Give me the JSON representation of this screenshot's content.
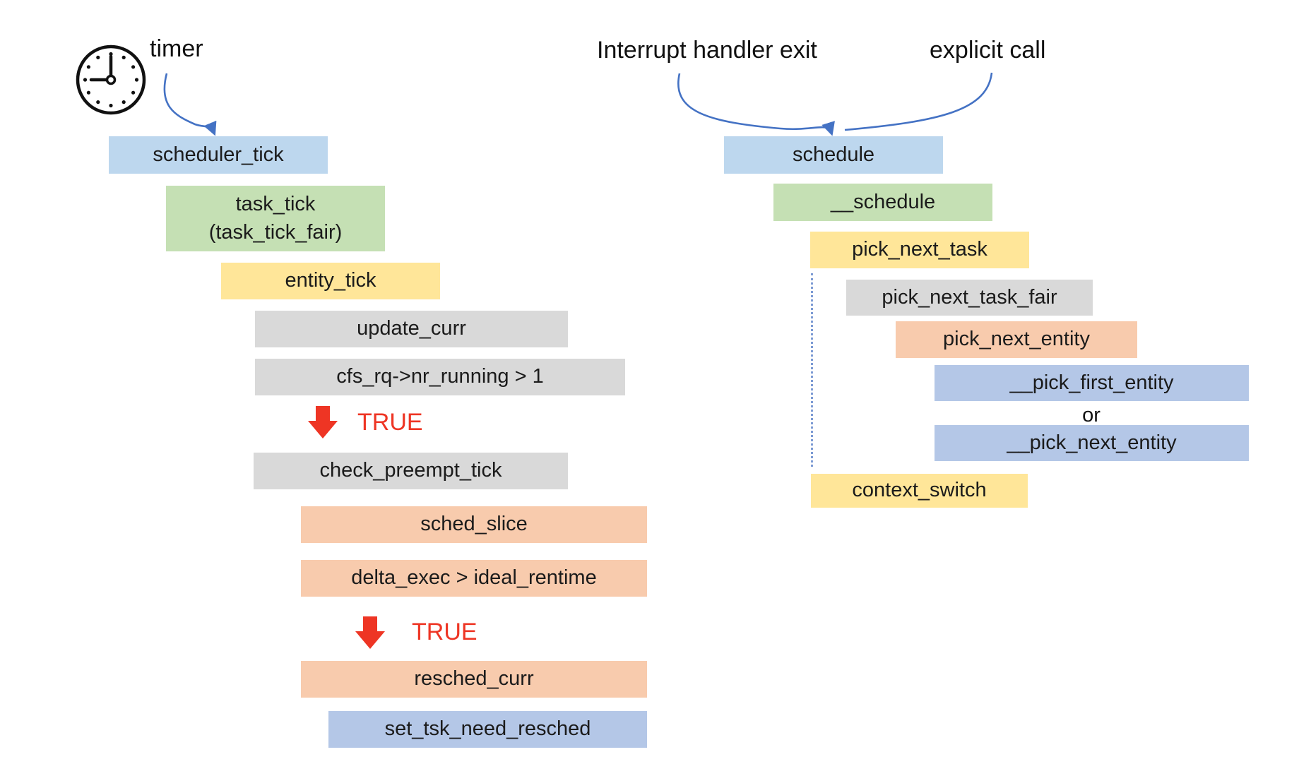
{
  "left_flow": {
    "timer_label": "timer",
    "boxes": {
      "scheduler_tick": {
        "label": "scheduler_tick",
        "color": "#BDD7EE"
      },
      "task_tick": {
        "label_line1": "task_tick",
        "label_line2": "(task_tick_fair)",
        "color": "#C5E0B4"
      },
      "entity_tick": {
        "label": "entity_tick",
        "color": "#FFE699"
      },
      "update_curr": {
        "label": "update_curr",
        "color": "#D9D9D9"
      },
      "nr_running_check": {
        "label": "cfs_rq->nr_running > 1",
        "color": "#D9D9D9"
      },
      "check_preempt_tick": {
        "label": "check_preempt_tick",
        "color": "#D9D9D9"
      },
      "sched_slice": {
        "label": "sched_slice",
        "color": "#F8CBAD"
      },
      "delta_exec_check": {
        "label": "delta_exec > ideal_rentime",
        "color": "#F8CBAD"
      },
      "resched_curr": {
        "label": "resched_curr",
        "color": "#F8CBAD"
      },
      "set_tsk_need_resched": {
        "label": "set_tsk_need_resched",
        "color": "#B4C7E7"
      }
    },
    "condition_true_1": "TRUE",
    "condition_true_2": "TRUE"
  },
  "right_flow": {
    "entry_label_interrupt": "Interrupt handler exit",
    "entry_label_explicit": "explicit call",
    "boxes": {
      "schedule": {
        "label": "schedule",
        "color": "#BDD7EE"
      },
      "__schedule": {
        "label": "__schedule",
        "color": "#C5E0B4"
      },
      "pick_next_task": {
        "label": "pick_next_task",
        "color": "#FFE699"
      },
      "pick_next_task_fair": {
        "label": "pick_next_task_fair",
        "color": "#D9D9D9"
      },
      "pick_next_entity": {
        "label": "pick_next_entity",
        "color": "#F8CBAD"
      },
      "__pick_first_entity": {
        "label": "__pick_first_entity",
        "color": "#B4C7E7"
      },
      "or_label": "or",
      "__pick_next_entity": {
        "label": "__pick_next_entity",
        "color": "#B4C7E7"
      },
      "context_switch": {
        "label": "context_switch",
        "color": "#FFE699"
      }
    }
  },
  "palette": {
    "box_blue": "#BDD7EE",
    "box_green": "#C5E0B4",
    "box_yellow": "#FFE699",
    "box_gray": "#D9D9D9",
    "box_orange": "#F8CBAD",
    "box_periwinkle": "#B4C7E7",
    "arrow_blue": "#4472C4",
    "true_red": "#EE3524",
    "dotted_line_blue": "#7D9BD4"
  }
}
